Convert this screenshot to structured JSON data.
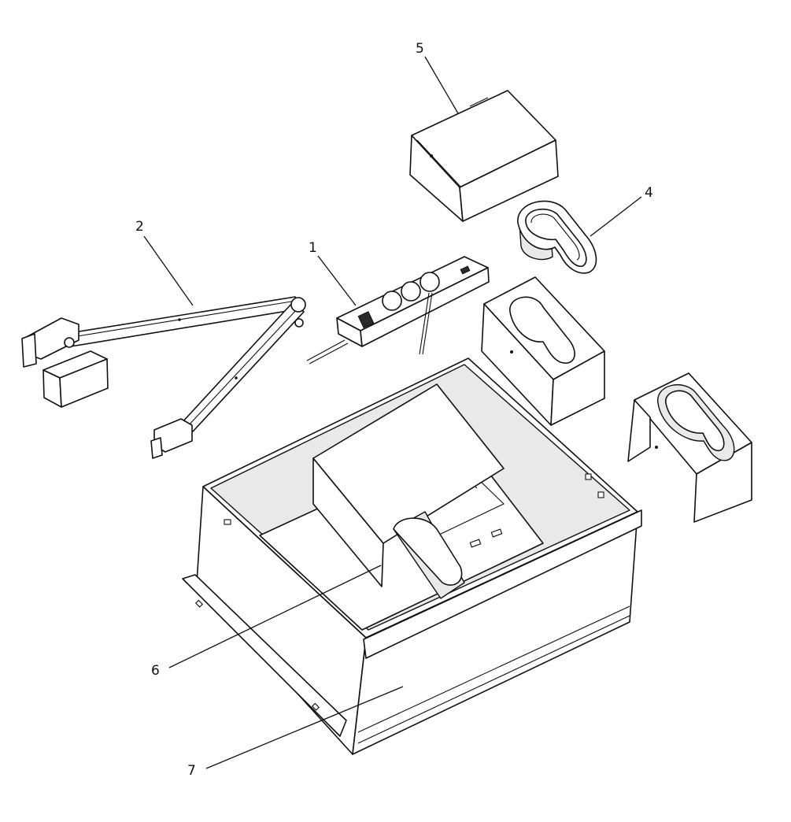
{
  "callouts": [
    {
      "id": "1",
      "label": "1"
    },
    {
      "id": "2",
      "label": "2"
    },
    {
      "id": "4",
      "label": "4"
    },
    {
      "id": "5",
      "label": "5"
    },
    {
      "id": "6",
      "label": "6"
    },
    {
      "id": "7",
      "label": "7"
    }
  ],
  "colors": {
    "line": "#111111",
    "background": "#ffffff",
    "shade": "#e9e9e9"
  }
}
